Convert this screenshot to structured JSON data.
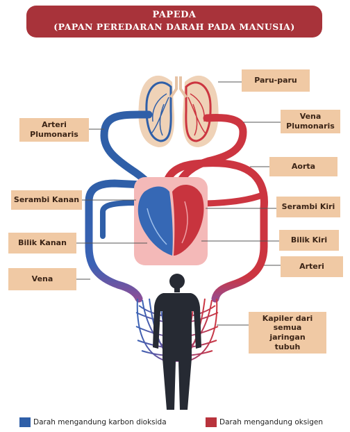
{
  "title": {
    "line1": "PAPEDA",
    "line2": "(PAPAN PEREDARAN DARAH PADA MANUSIA)"
  },
  "labels": {
    "paru_paru": "Paru-paru",
    "arteri_plumonaris": "Arteri Plumonaris",
    "vena_plumonaris": "Vena Plumonaris",
    "aorta": "Aorta",
    "serambi_kanan": "Serambi Kanan",
    "serambi_kiri": "Serambi Kiri",
    "bilik_kanan": "Bilik Kanan",
    "bilik_kiri": "Bilik Kiri",
    "arteri": "Arteri",
    "vena": "Vena",
    "kapiler": "Kapiler dari semua jaringan tubuh"
  },
  "legend": {
    "deoxygenated": {
      "label": "Darah mengandung karbon dioksida",
      "color": "#2f5fa8"
    },
    "oxygenated": {
      "label": "Darah mengandung oksigen",
      "color": "#b8333c"
    }
  },
  "colors": {
    "title_bg": "#a8333a",
    "label_bg": "#f0c9a4",
    "blood_blue": "#2f5fa8",
    "blood_red": "#cc3540",
    "heart_bg": "#f4b9b8",
    "lung_bg": "#efd2b7",
    "body_silhouette": "#262a33"
  }
}
